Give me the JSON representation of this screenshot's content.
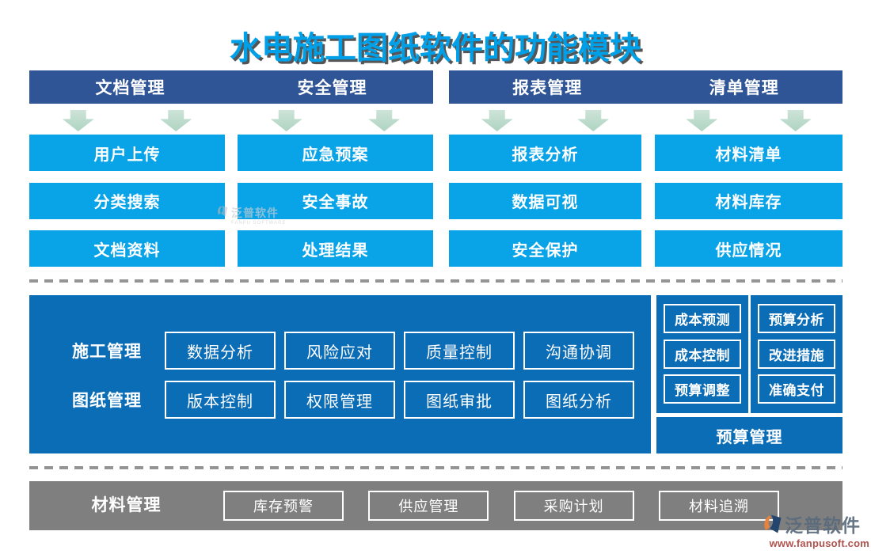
{
  "title": "水电施工图纸软件的功能模块",
  "top_sections": [
    {
      "header": "文档管理",
      "items": [
        "用户上传",
        "分类搜索",
        "文档资料"
      ]
    },
    {
      "header": "安全管理",
      "items": [
        "应急预案",
        "安全事故",
        "处理结果"
      ]
    },
    {
      "header": "报表管理",
      "items": [
        "报表分析",
        "数据可视",
        "安全保护"
      ]
    },
    {
      "header": "清单管理",
      "items": [
        "材料清单",
        "材料库存",
        "供应情况"
      ]
    }
  ],
  "middle": {
    "rows": [
      {
        "label": "施工管理",
        "items": [
          "数据分析",
          "风险应对",
          "质量控制",
          "沟通协调"
        ]
      },
      {
        "label": "图纸管理",
        "items": [
          "版本控制",
          "权限管理",
          "图纸审批",
          "图纸分析"
        ]
      }
    ],
    "budget_columns": [
      {
        "items": [
          "成本预测",
          "成本控制",
          "预算调整"
        ]
      },
      {
        "items": [
          "预算分析",
          "改进措施",
          "准确支付"
        ]
      }
    ],
    "budget_footer": "预算管理"
  },
  "bottom": {
    "label": "材料管理",
    "items": [
      "库存预警",
      "供应管理",
      "采购计划",
      "材料追溯"
    ]
  },
  "watermark": {
    "brand": "泛普软件",
    "brand_en": "FANPU SOFTWARE",
    "url": "www.fanpusoft.com"
  },
  "colors": {
    "title": "#00A0E9",
    "header_bar": "#2F5597",
    "item_box": "#09A3E8",
    "panel": "#0C6DB7",
    "gray_bar": "#7F7F7F",
    "arrow": "#AED3C1",
    "arrow_light": "#CDE4D8",
    "dash": "#949494",
    "watermark_text": "#5A6B7C",
    "watermark_url": "#B0524E",
    "logo_navy": "#24456D",
    "logo_orange": "#E8823C"
  }
}
